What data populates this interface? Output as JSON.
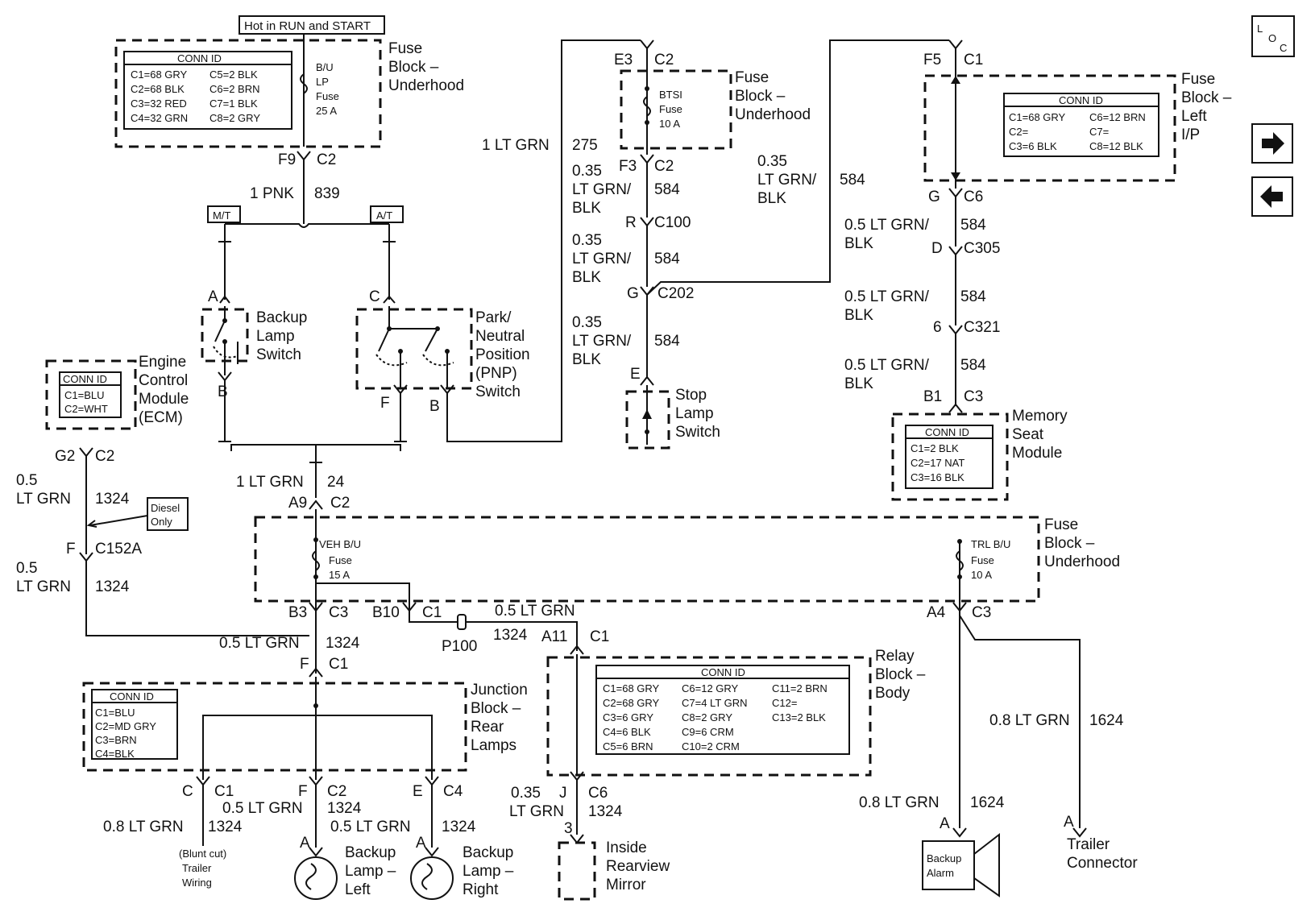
{
  "header_box": "Hot in RUN and START",
  "loc_icon": "L O C",
  "nav": {
    "forward_icon": "arrow-right-icon",
    "back_icon": "arrow-left-icon"
  },
  "fuse_block_top_left": {
    "conn_title": "CONN ID",
    "conn": [
      "C1=68 GRY",
      "C5=2 BLK",
      "C2=68 BLK",
      "C6=2 BRN",
      "C3=32 RED",
      "C7=1 BLK",
      "C4=32 GRN",
      "C8=2 GRY"
    ],
    "fuse": [
      "B/U",
      "LP",
      "Fuse",
      "25 A"
    ],
    "label": [
      "Fuse",
      "Block –",
      "Underhood"
    ]
  },
  "f9": "F9",
  "f9c": "C2",
  "wire_pnk": "1 PNK",
  "circ_839": "839",
  "mt": "M/T",
  "at": "A/T",
  "bls": {
    "pin_a": "A",
    "pin_b": "B",
    "label": [
      "Backup",
      "Lamp",
      "Switch"
    ]
  },
  "pnp": {
    "pin_c": "C",
    "pin_f": "F",
    "pin_b": "B",
    "label": [
      "Park/",
      "Neutral",
      "Position",
      "(PNP)",
      "Switch"
    ]
  },
  "ecm": {
    "conn_title": "CONN ID",
    "conn": [
      "C1=BLU",
      "C2=WHT"
    ],
    "label": [
      "Engine",
      "Control",
      "Module",
      "(ECM)"
    ]
  },
  "g2": "G2",
  "g2c": "C2",
  "w1324a": [
    "0.5",
    "LT GRN",
    "1324"
  ],
  "diesel": [
    "Diesel",
    "Only"
  ],
  "f_c152a": [
    "F",
    "C152A"
  ],
  "w1324b": [
    "0.5",
    "LT GRN",
    "1324"
  ],
  "w24": [
    "1 LT GRN",
    "24"
  ],
  "a9": [
    "A9",
    "C2"
  ],
  "fb_mid": {
    "veh": [
      "VEH B/U",
      "Fuse",
      "15 A"
    ],
    "trl": [
      "TRL B/U",
      "Fuse",
      "10 A"
    ],
    "label": [
      "Fuse",
      "Block –",
      "Underhood"
    ]
  },
  "b3": [
    "B3",
    "C3"
  ],
  "b10": [
    "B10",
    "C1"
  ],
  "a4": [
    "A4",
    "C3"
  ],
  "w_b3": [
    "0.5 LT GRN",
    "1324"
  ],
  "fc1": [
    "F",
    "C1"
  ],
  "w_b10": [
    "0.5 LT GRN",
    "1324"
  ],
  "p100": "P100",
  "a11": [
    "A11",
    "C1"
  ],
  "jb": {
    "conn_title": "CONN ID",
    "conn": [
      "C1=BLU",
      "C2=MD GRY",
      "C3=BRN",
      "C4=BLK"
    ],
    "label": [
      "Junction",
      "Block –",
      "Rear",
      "Lamps"
    ]
  },
  "relay": {
    "conn_title": "CONN ID",
    "conn": [
      "C1=68 GRY",
      "C6=12 GRY",
      "C11=2 BRN",
      "C2=68 GRY",
      "C7=4 LT GRN",
      "C12=",
      "C3=6 GRY",
      "C8=2 GRY",
      "C13=2 BLK",
      "C4=6 BLK",
      "C9=6 CRM",
      "C5=6 BRN",
      "C10=2 CRM"
    ],
    "label": [
      "Relay",
      "Block –",
      "Body"
    ]
  },
  "bottom": {
    "cc1": [
      "C",
      "C1"
    ],
    "fc2": [
      "F",
      "C2"
    ],
    "ec4": [
      "E",
      "C4"
    ],
    "w_c1": [
      "0.8 LT GRN",
      "1324"
    ],
    "w_c2": [
      "0.5 LT GRN",
      "1324"
    ],
    "w_c4": [
      "0.5 LT GRN",
      "1324"
    ],
    "blunt": [
      "(Blunt cut)",
      "Trailer",
      "Wiring"
    ],
    "lamp_l_pin": "A",
    "lamp_l": [
      "Backup",
      "Lamp –",
      "Left"
    ],
    "lamp_r_pin": "A",
    "lamp_r": [
      "Backup",
      "Lamp –",
      "Right"
    ],
    "jc6": [
      "J",
      "C6"
    ],
    "w_mirror": [
      "0.35",
      "LT GRN",
      "1324"
    ],
    "pin3": "3",
    "mirror": [
      "Inside",
      "Rearview",
      "Mirror"
    ],
    "w1624a": [
      "0.8 LT GRN",
      "1624"
    ],
    "w1624b": [
      "0.8 LT GRN",
      "1624"
    ],
    "alarm_pin": "A",
    "alarm": [
      "Backup",
      "Alarm"
    ],
    "trailer_pin": "A",
    "trailer": [
      "Trailer",
      "Connector"
    ]
  },
  "center": {
    "e3": [
      "E3",
      "C2"
    ],
    "fuse": [
      "BTSI",
      "Fuse",
      "10 A"
    ],
    "label": [
      "Fuse",
      "Block –",
      "Underhood"
    ],
    "w275": [
      "1 LT GRN",
      "275"
    ],
    "f3": [
      "F3",
      "C2"
    ],
    "w584a": [
      "0.35",
      "LT GRN/",
      "BLK",
      "584"
    ],
    "rc100": [
      "R",
      "C100"
    ],
    "w584b": [
      "0.35",
      "LT GRN/",
      "BLK",
      "584"
    ],
    "gc202": [
      "G",
      "C202"
    ],
    "w584c": [
      "0.35",
      "LT GRN/",
      "BLK",
      "584"
    ],
    "e": "E",
    "stop": [
      "Stop",
      "Lamp",
      "Switch"
    ],
    "w584d": [
      "0.35",
      "LT GRN/",
      "BLK",
      "584"
    ]
  },
  "right": {
    "f5": [
      "F5",
      "C1"
    ],
    "conn_title": "CONN ID",
    "conn": [
      "C1=68 GRY",
      "C6=12 BRN",
      "C2=",
      "C7=",
      "C3=6 BLK",
      "C8=12 BLK"
    ],
    "label": [
      "Fuse",
      "Block –",
      "Left",
      "I/P"
    ],
    "gc6": [
      "G",
      "C6"
    ],
    "w584e": [
      "0.5 LT GRN/",
      "BLK",
      "584"
    ],
    "dc305": [
      "D",
      "C305"
    ],
    "w584f": [
      "0.5 LT GRN/",
      "BLK",
      "584"
    ],
    "c321": [
      "6",
      "C321"
    ],
    "w584g": [
      "0.5 LT GRN/",
      "BLK",
      "584"
    ],
    "b1": [
      "B1",
      "C3"
    ],
    "msm_title": "CONN ID",
    "msm_conn": [
      "C1=2 BLK",
      "C2=17 NAT",
      "C3=16 BLK"
    ],
    "msm_label": [
      "Memory",
      "Seat",
      "Module"
    ]
  }
}
